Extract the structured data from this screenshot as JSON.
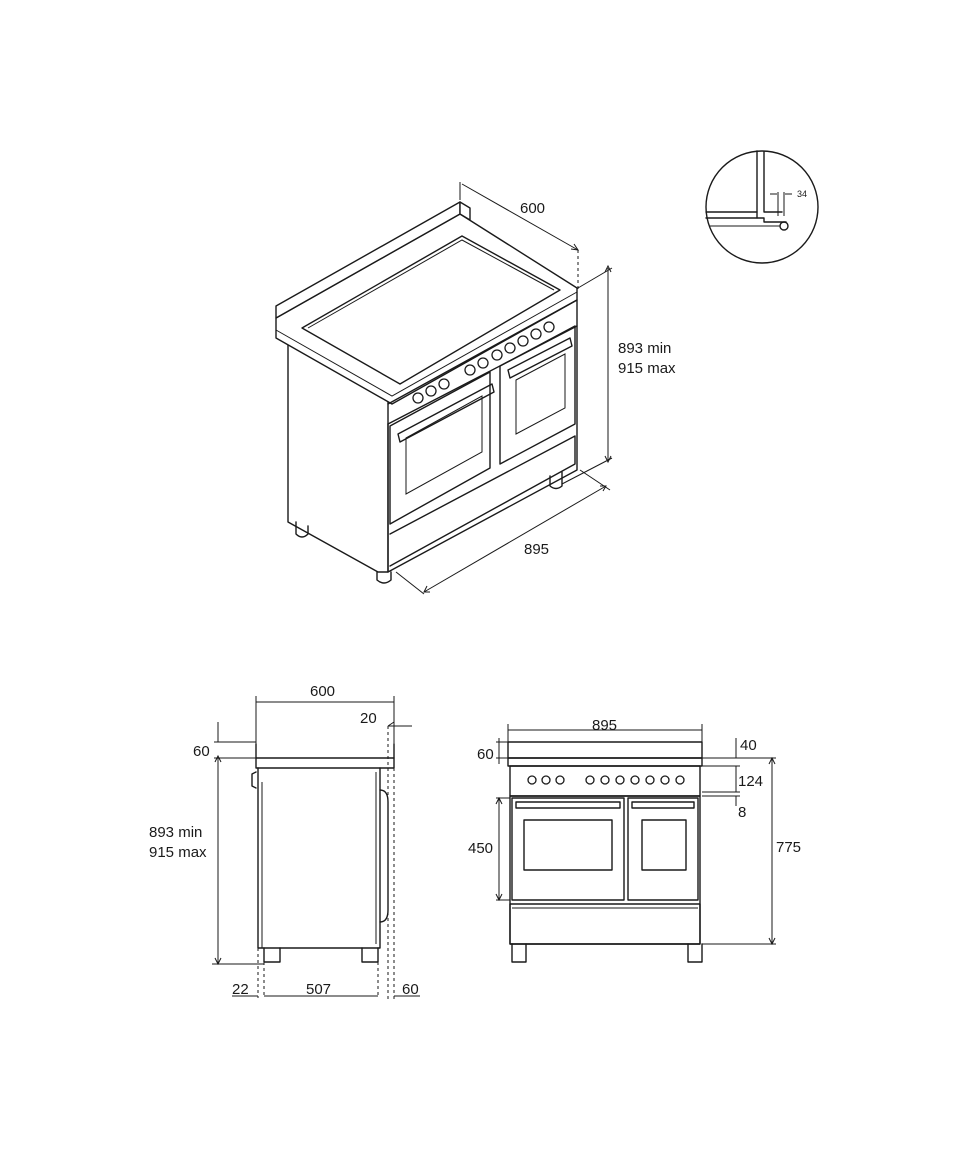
{
  "isometric_view": {
    "depth": "600",
    "height_min": "893 min",
    "height_max": "915 max",
    "width": "895"
  },
  "detail_view": {
    "gap": "34"
  },
  "side_view": {
    "depth_total": "600",
    "top_overhang": "20",
    "backguard_height": "60",
    "height_min": "893 min",
    "height_max": "915 max",
    "foot_offset": "22",
    "foot_span": "507",
    "rear_offset": "60"
  },
  "front_view": {
    "width": "895",
    "backguard_height": "60",
    "top_gap": "40",
    "panel_height": "124",
    "panel_gap": "8",
    "oven_height": "450",
    "worktop_height": "775"
  }
}
